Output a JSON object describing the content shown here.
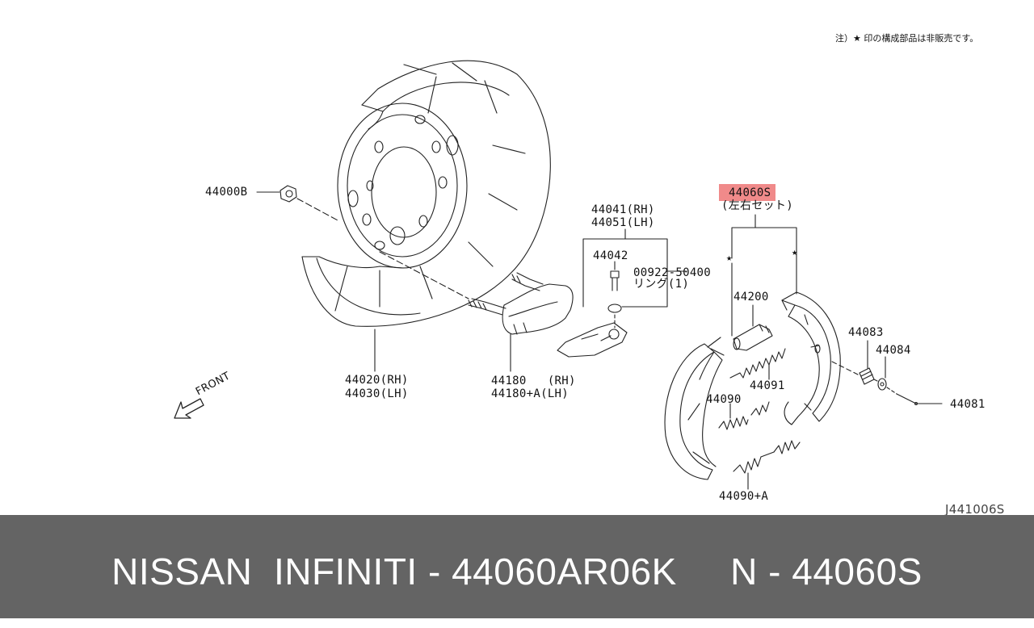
{
  "note": "注）★ 印の構成部品は非販売です。",
  "diagram_code": "J441006S",
  "labels": {
    "nut": "44000B",
    "dust_cover": [
      "44020(RH)",
      "44030(LH)"
    ],
    "lever": [
      "44041(RH)",
      "44051(LH)"
    ],
    "pin": "44042",
    "ring": [
      "00922-50400",
      "リング(1)"
    ],
    "actuator": [
      "44180   (RH)",
      "44180+A(LH)"
    ],
    "shoe_set": [
      "44060S",
      "(左右セット)"
    ],
    "adjuster": "44200",
    "spring_adj": "44091",
    "spring_90": "44090",
    "spring_90a": "44090+A",
    "spring_83": "44083",
    "retainer": "44084",
    "pin_81": "44081"
  },
  "front_label": "FRONT",
  "non_sale_mark": "★",
  "highlight_color": "#f08a8a",
  "footer": {
    "text": "NISSAN  INFINITI - 44060AR06K     N - 44060S",
    "background": "#646464"
  }
}
